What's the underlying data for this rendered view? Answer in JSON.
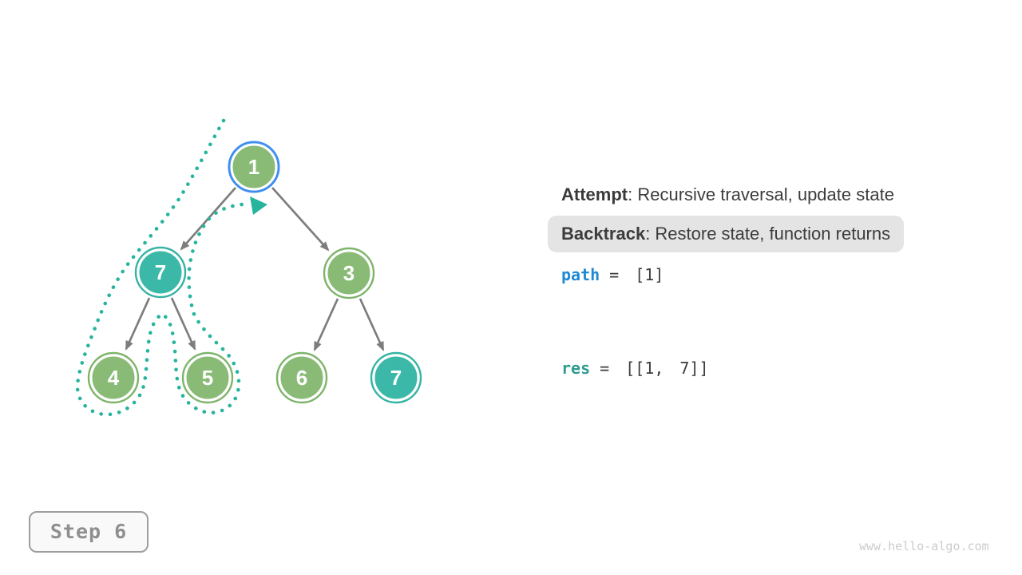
{
  "legend": {
    "attempt": {
      "label": "Attempt",
      "desc": ": Recursive traversal, update state"
    },
    "backtrack": {
      "label": "Backtrack",
      "desc": ": Restore state, function returns"
    }
  },
  "state": {
    "path": {
      "name": "path",
      "value": "= [1]"
    },
    "res": {
      "name": "res",
      "value": "= [[1, 7]]"
    }
  },
  "tree": {
    "nodes": [
      {
        "value": "1",
        "style": "green",
        "highlighted": "blue-ring-current"
      },
      {
        "value": "7",
        "style": "teal"
      },
      {
        "value": "3",
        "style": "green"
      },
      {
        "value": "4",
        "style": "green"
      },
      {
        "value": "5",
        "style": "green"
      },
      {
        "value": "6",
        "style": "green"
      },
      {
        "value": "7",
        "style": "teal"
      }
    ],
    "edges": [
      [
        0,
        1
      ],
      [
        0,
        2
      ],
      [
        1,
        3
      ],
      [
        1,
        4
      ],
      [
        2,
        5
      ],
      [
        2,
        6
      ]
    ],
    "traversal_marker": "dotted-backtrack-contour-around-left-subtree-returning-to-root"
  },
  "step": {
    "label": "Step 6"
  },
  "watermark": "www.hello-algo.com",
  "colors": {
    "node_green": "#8ABB76",
    "node_green_ring": "#7DB46A",
    "node_teal": "#3CB8A8",
    "active_ring_blue": "#3E8EF0",
    "backtrack_dots": "#26B49C",
    "edge_gray": "#7D7D7D",
    "path_var_blue": "#1E88D5",
    "res_var_teal": "#2E9C8F",
    "legend_pill_bg": "#E4E4E4",
    "text_dark": "#3C3C3C"
  }
}
